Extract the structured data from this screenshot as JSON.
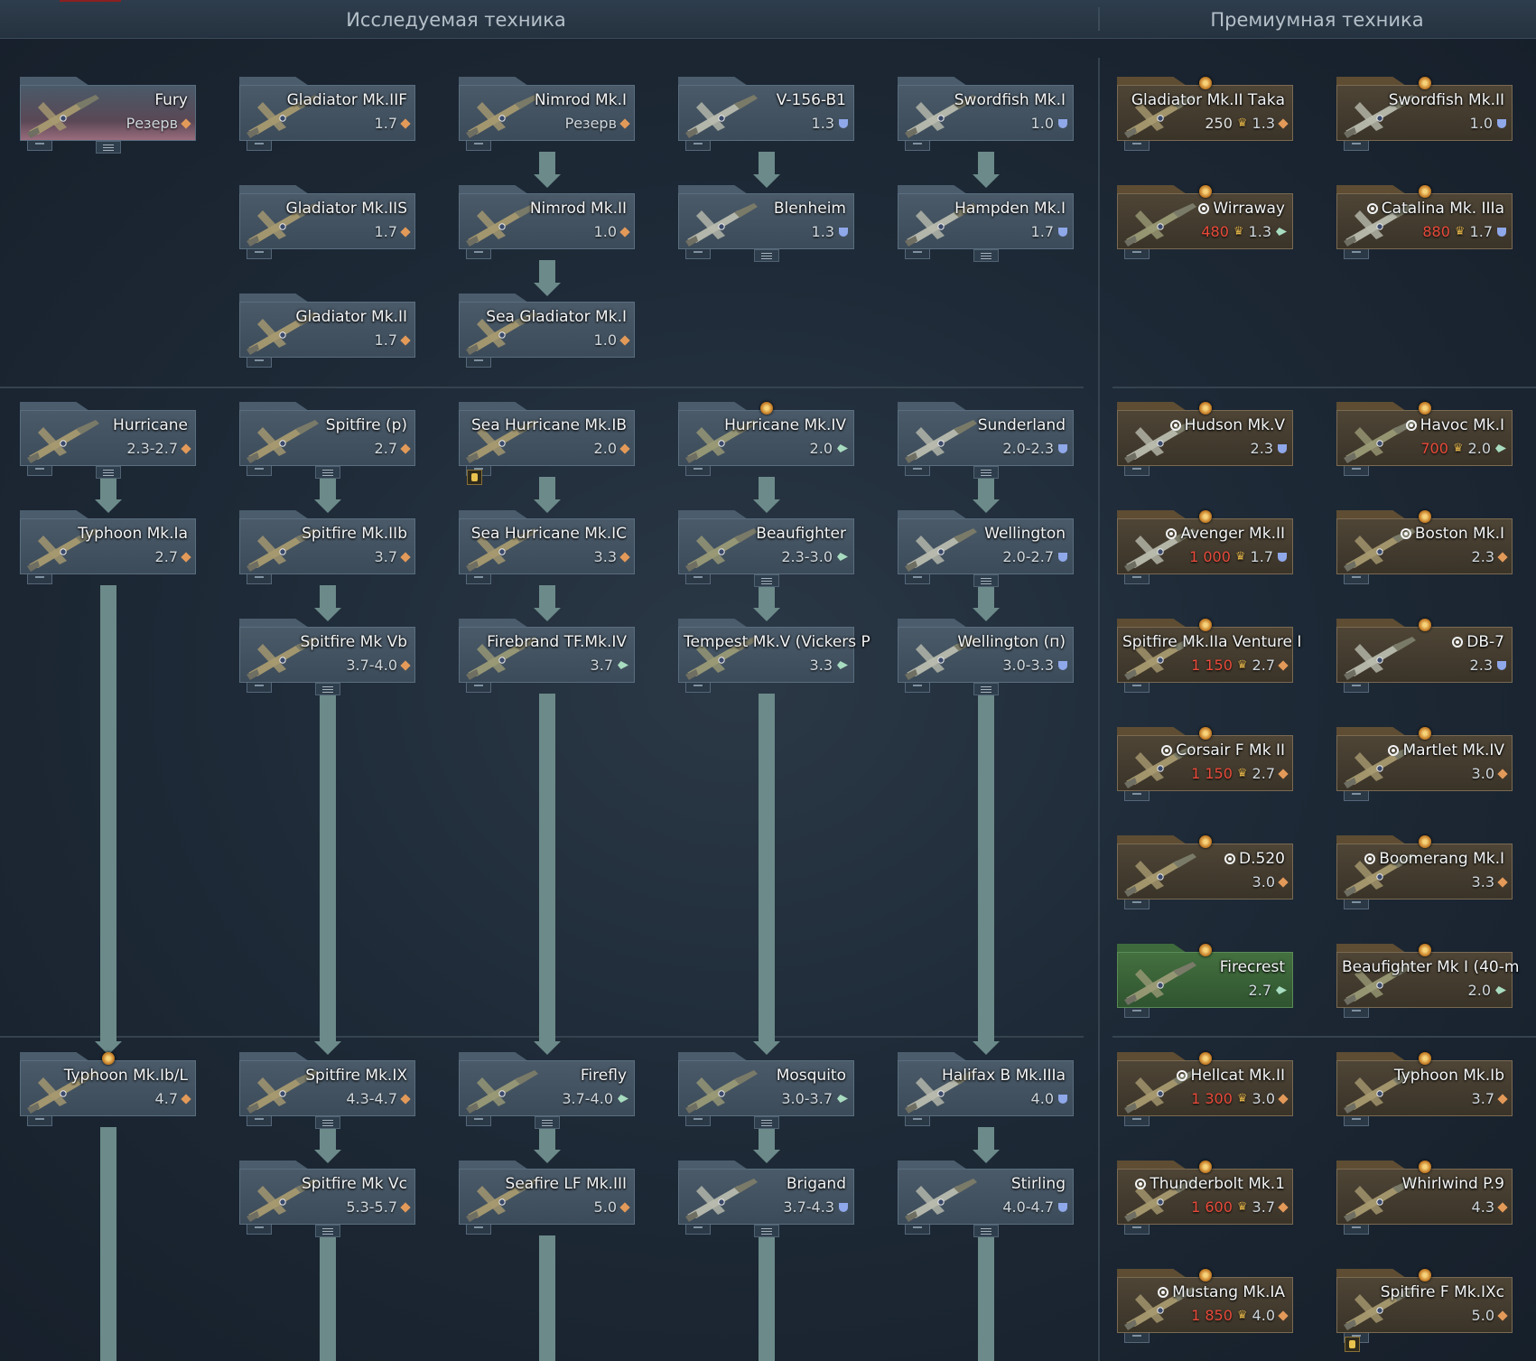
{
  "header": {
    "research_title": "Исследуемая техника",
    "premium_title": "Премиумная техника"
  },
  "colors": {
    "background": "#1e2a37",
    "card_regular": "#3f4e5c",
    "card_premium": "#4a4032",
    "card_squadron": "#3d6a3a",
    "arrow": "#6b8a89",
    "cost_red": "#e84a3a",
    "role_fighter": "#e39a59",
    "role_bomber": "#8fa8ea",
    "role_attacker": "#a8dcc0"
  },
  "icons": {
    "fighter": "orange-diamond-icon",
    "bomber": "blue-shield-icon",
    "attacker": "green-arrow-icon",
    "eagle": "golden-eagle-icon",
    "squadron_target": "target-circle-icon",
    "premium_badge": "gold-medal-icon",
    "crew_badge": "crew-figure-icon",
    "menu": "menu-lines-icon"
  },
  "research": {
    "rank1": [
      {
        "name": "Fury",
        "br": "Резерв",
        "role": "fighter",
        "reserve": true,
        "menu": true
      },
      {
        "name": "Gladiator Mk.IIF",
        "br": "1.7",
        "role": "fighter"
      },
      {
        "name": "Nimrod Mk.I",
        "br": "Резерв",
        "role": "fighter"
      },
      {
        "name": "V-156-B1",
        "br": "1.3",
        "role": "bomber"
      },
      {
        "name": "Swordfish Mk.I",
        "br": "1.0",
        "role": "bomber"
      },
      {
        "name": "Gladiator Mk.IIS",
        "br": "1.7",
        "role": "fighter"
      },
      {
        "name": "Nimrod Mk.II",
        "br": "1.0",
        "role": "fighter"
      },
      {
        "name": "Blenheim",
        "br": "1.3",
        "role": "bomber",
        "menu": true
      },
      {
        "name": "Hampden Mk.I",
        "br": "1.7",
        "role": "bomber",
        "menu": true
      },
      {
        "name": "Gladiator Mk.II",
        "br": "1.7",
        "role": "fighter"
      },
      {
        "name": "Sea Gladiator Mk.I",
        "br": "1.0",
        "role": "fighter"
      }
    ],
    "rank2": [
      {
        "name": "Hurricane",
        "br": "2.3-2.7",
        "role": "fighter",
        "menu": true
      },
      {
        "name": "Spitfire (p)",
        "br": "2.7",
        "role": "fighter",
        "menu": true
      },
      {
        "name": "Sea Hurricane Mk.IB",
        "br": "2.0",
        "role": "fighter"
      },
      {
        "name": "Hurricane Mk.IV",
        "br": "2.0",
        "role": "attacker"
      },
      {
        "name": "Sunderland",
        "br": "2.0-2.3",
        "role": "bomber",
        "menu": true
      },
      {
        "name": "Typhoon Mk.Ia",
        "br": "2.7",
        "role": "fighter"
      },
      {
        "name": "Spitfire Mk.IIb",
        "br": "3.7",
        "role": "fighter"
      },
      {
        "name": "Sea Hurricane Mk.IC",
        "br": "3.3",
        "role": "fighter"
      },
      {
        "name": "Beaufighter",
        "br": "2.3-3.0",
        "role": "attacker",
        "menu": true
      },
      {
        "name": "Wellington",
        "br": "2.0-2.7",
        "role": "bomber",
        "menu": true
      },
      {
        "name": "Spitfire Mk Vb",
        "br": "3.7-4.0",
        "role": "fighter",
        "menu": true
      },
      {
        "name": "Firebrand TF.Mk.IV",
        "br": "3.7",
        "role": "attacker"
      },
      {
        "name": "Tempest Mk.V (Vickers P",
        "br": "3.3",
        "role": "attacker"
      },
      {
        "name": "Wellington (п)",
        "br": "3.0-3.3",
        "role": "bomber",
        "menu": true
      }
    ],
    "rank3": [
      {
        "name": "Typhoon Mk.Ib/L",
        "br": "4.7",
        "role": "fighter"
      },
      {
        "name": "Spitfire Mk.IX",
        "br": "4.3-4.7",
        "role": "fighter",
        "menu": true
      },
      {
        "name": "Firefly",
        "br": "3.7-4.0",
        "role": "attacker",
        "menu": true
      },
      {
        "name": "Mosquito",
        "br": "3.0-3.7",
        "role": "attacker",
        "menu": true
      },
      {
        "name": "Halifax B Mk.IIIa",
        "br": "4.0",
        "role": "bomber"
      },
      {
        "name": "Spitfire Mk Vc",
        "br": "5.3-5.7",
        "role": "fighter",
        "menu": true
      },
      {
        "name": "Seafire LF Mk.III",
        "br": "5.0",
        "role": "fighter"
      },
      {
        "name": "Brigand",
        "br": "3.7-4.3",
        "role": "bomber",
        "menu": true
      },
      {
        "name": "Stirling",
        "br": "4.0-4.7",
        "role": "bomber",
        "menu": true
      }
    ]
  },
  "premium": [
    {
      "name": "Gladiator Mk.II Таkа",
      "cost": "250",
      "br": "1.3",
      "role": "fighter",
      "cost_white": true
    },
    {
      "name": "Swordfish Mk.II",
      "br": "1.0",
      "role": "bomber"
    },
    {
      "name": "Wirraway",
      "squadron": true,
      "cost": "480",
      "br": "1.3",
      "role": "attacker"
    },
    {
      "name": "Catalina Mk. IIIa",
      "squadron": true,
      "cost": "880",
      "br": "1.7",
      "role": "bomber"
    },
    {
      "name": "Hudson Mk.V",
      "squadron": true,
      "br": "2.3",
      "role": "bomber"
    },
    {
      "name": "Havoc Mk.I",
      "squadron": true,
      "cost": "700",
      "br": "2.0",
      "role": "attacker"
    },
    {
      "name": "Avenger Mk.II",
      "squadron": true,
      "cost": "1 000",
      "br": "1.7",
      "role": "bomber"
    },
    {
      "name": "Boston Mk.I",
      "squadron": true,
      "br": "2.3",
      "role": "fighter"
    },
    {
      "name": "Spitfire Mk.IIa Venture I",
      "cost": "1 150",
      "br": "2.7",
      "role": "fighter"
    },
    {
      "name": "DB-7",
      "squadron": true,
      "br": "2.3",
      "role": "bomber"
    },
    {
      "name": "Corsair F Mk II",
      "squadron": true,
      "cost": "1 150",
      "br": "2.7",
      "role": "fighter"
    },
    {
      "name": "Martlet Mk.IV",
      "squadron": true,
      "br": "3.0",
      "role": "fighter"
    },
    {
      "name": "D.520",
      "squadron": true,
      "br": "3.0",
      "role": "fighter"
    },
    {
      "name": "Boomerang Mk.I",
      "squadron": true,
      "br": "3.3",
      "role": "fighter"
    },
    {
      "name": "Firecrest",
      "br": "2.7",
      "role": "attacker"
    },
    {
      "name": "Beaufighter Mk I (40-m",
      "br": "2.0",
      "role": "attacker"
    },
    {
      "name": "Hellcat Mk.II",
      "squadron": true,
      "cost": "1 300",
      "br": "3.0",
      "role": "fighter"
    },
    {
      "name": "Typhoon Mk.Ib",
      "br": "3.7",
      "role": "fighter"
    },
    {
      "name": "Thunderbolt Mk.1",
      "squadron": true,
      "cost": "1 600",
      "br": "3.7",
      "role": "fighter"
    },
    {
      "name": "Whirlwind P.9",
      "br": "4.3",
      "role": "fighter"
    },
    {
      "name": "Mustang Mk.IA",
      "squadron": true,
      "cost": "1 850",
      "br": "4.0",
      "role": "fighter"
    },
    {
      "name": "Spitfire F Mk.IXc",
      "br": "5.0",
      "role": "fighter"
    }
  ]
}
